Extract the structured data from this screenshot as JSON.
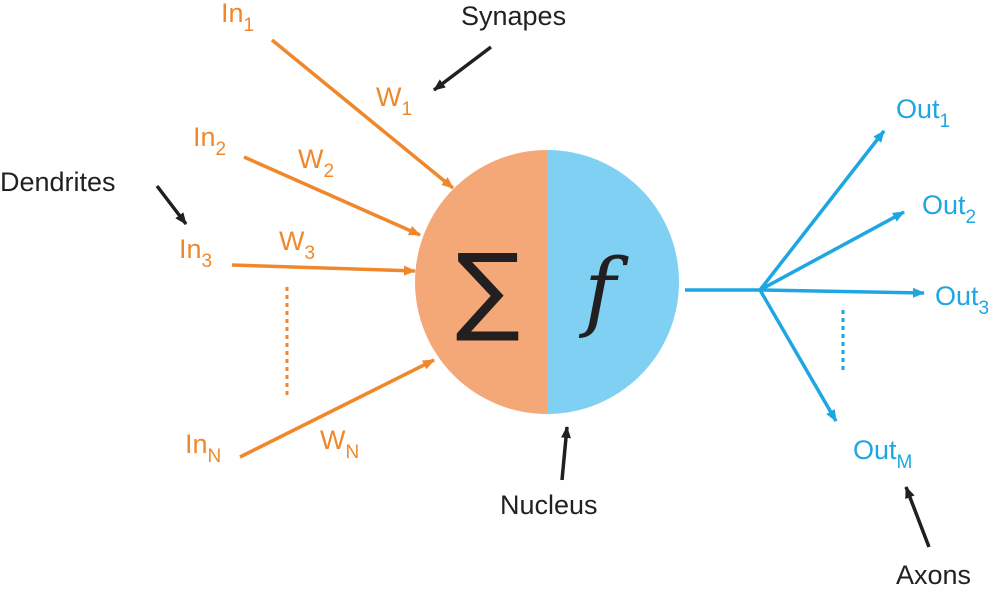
{
  "colors": {
    "input": "#f0882b",
    "output": "#1ea6e2",
    "sum_half": "#f4a878",
    "func_half": "#7fd0f2",
    "annotation": "#231f20"
  },
  "inputs": [
    {
      "name": "In",
      "sub": "1",
      "weight": "W",
      "weight_sub": "1"
    },
    {
      "name": "In",
      "sub": "2",
      "weight": "W",
      "weight_sub": "2"
    },
    {
      "name": "In",
      "sub": "3",
      "weight": "W",
      "weight_sub": "3"
    },
    {
      "name": "In",
      "sub": "N",
      "weight": "W",
      "weight_sub": "N"
    }
  ],
  "outputs": [
    {
      "name": "Out",
      "sub": "1"
    },
    {
      "name": "Out",
      "sub": "2"
    },
    {
      "name": "Out",
      "sub": "3"
    },
    {
      "name": "Out",
      "sub": "M"
    }
  ],
  "nucleus": {
    "sum_symbol": "∑",
    "func_symbol": "f"
  },
  "annotations": {
    "synapses": "Synapes",
    "dendrites": "Dendrites",
    "nucleus": "Nucleus",
    "axons": "Axons"
  }
}
